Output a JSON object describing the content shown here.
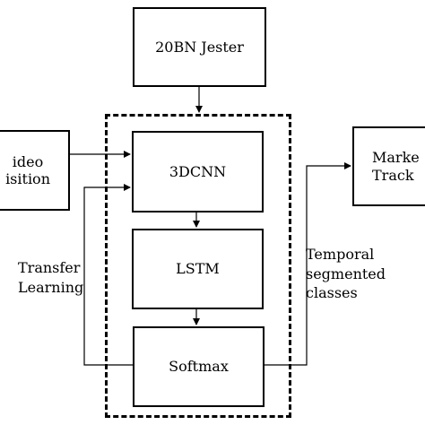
{
  "nodes": {
    "source": "20BN Jester",
    "cnn": "3DCNN",
    "lstm": "LSTM",
    "softmax": "Softmax",
    "video_line1": "ideo",
    "video_line2": "isition",
    "marker_line1": "Marke",
    "marker_line2": "Track"
  },
  "edge_labels": {
    "transfer_line1": "Transfer",
    "transfer_line2": "Learning",
    "temporal_line1": "Temporal",
    "temporal_line2": "segmented",
    "temporal_line3": "classes"
  }
}
